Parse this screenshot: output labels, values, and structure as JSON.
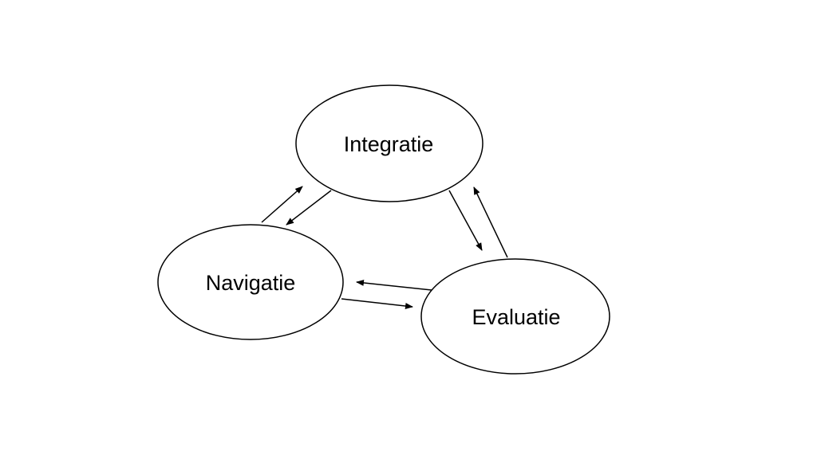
{
  "nodes": {
    "integratie": {
      "label": "Integratie"
    },
    "navigatie": {
      "label": "Navigatie"
    },
    "evaluatie": {
      "label": "Evaluatie"
    }
  },
  "edges": [
    {
      "from": "Navigatie",
      "to": "Integratie"
    },
    {
      "from": "Integratie",
      "to": "Navigatie"
    },
    {
      "from": "Integratie",
      "to": "Evaluatie"
    },
    {
      "from": "Evaluatie",
      "to": "Integratie"
    },
    {
      "from": "Evaluatie",
      "to": "Navigatie"
    },
    {
      "from": "Navigatie",
      "to": "Evaluatie"
    }
  ],
  "colors": {
    "stroke": "#000000",
    "fill": "#ffffff",
    "background": "#ffffff"
  }
}
